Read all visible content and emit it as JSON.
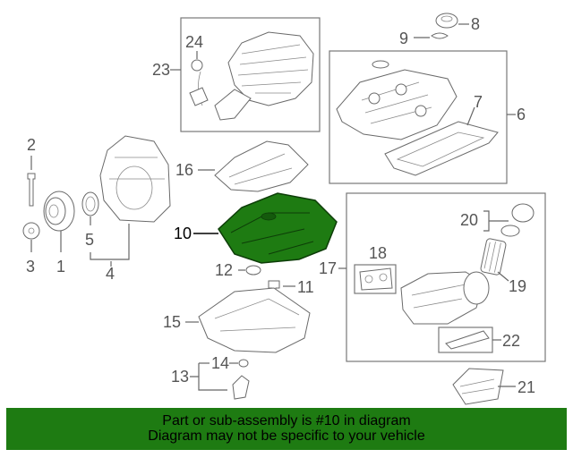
{
  "diagram": {
    "callouts": [
      "1",
      "2",
      "3",
      "4",
      "5",
      "6",
      "7",
      "8",
      "9",
      "10",
      "11",
      "12",
      "13",
      "14",
      "15",
      "16",
      "17",
      "18",
      "19",
      "20",
      "21",
      "22",
      "23",
      "24"
    ],
    "highlighted_part": "10",
    "highlight_color": "#1e7b12"
  },
  "footer": {
    "line1": "Part or sub-assembly is #10 in diagram",
    "line2": "Diagram may not be specific to your vehicle",
    "background": "#1e7b12"
  }
}
